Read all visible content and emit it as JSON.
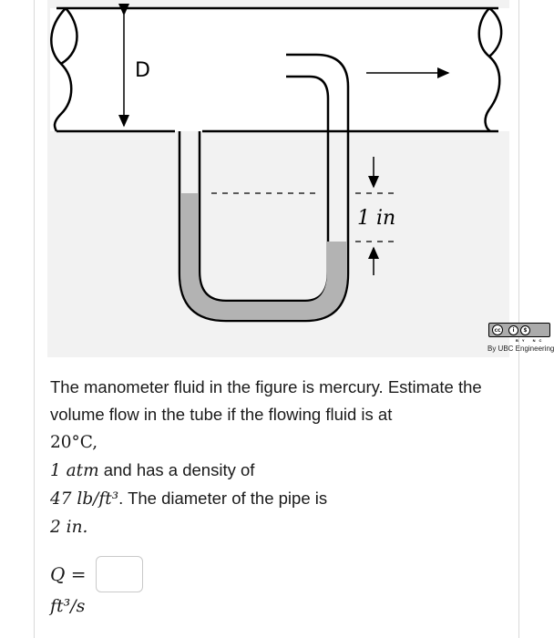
{
  "figure": {
    "diameter_label": "D",
    "height_label": "1 in",
    "license": {
      "cc": "cc",
      "by": "BY",
      "nc": "NC",
      "credit": "By UBC Engineering"
    }
  },
  "problem": {
    "line1": "The manometer fluid in the figure is mercury. Estimate the volume flow in the tube if the flowing fluid is at",
    "temperature": "20°C,",
    "pressure_math": "1 atm",
    "pressure_text": " and has a density of",
    "density_math": "47 lb/ft³",
    "density_text": ". The diameter of the pipe is",
    "diameter_math": "2 in."
  },
  "answer": {
    "label": "Q =",
    "value": "",
    "unit": "ft³/s"
  }
}
